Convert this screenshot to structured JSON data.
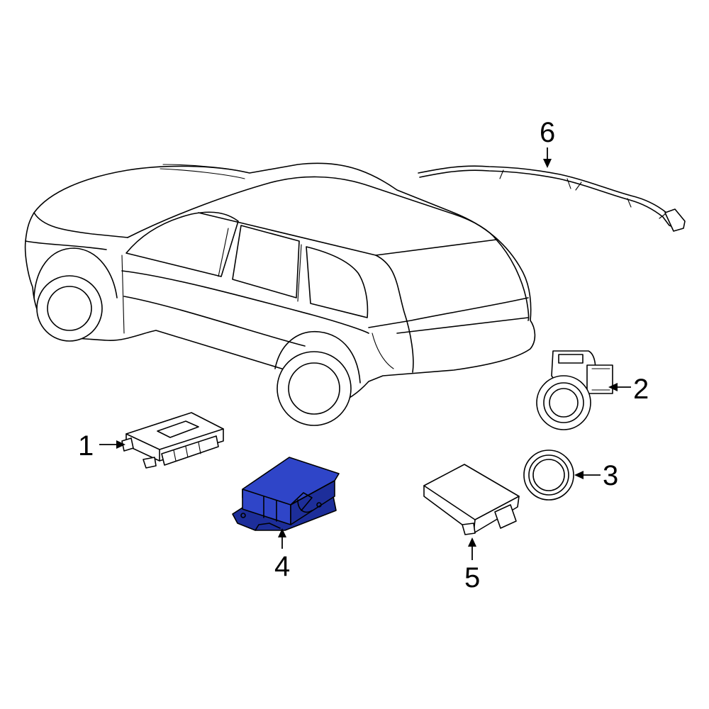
{
  "colors": {
    "line": "#000000",
    "background": "#ffffff",
    "highlight": "#2f45c8",
    "highlight_dark": "#1d2e9a"
  },
  "highlighted_part": "4",
  "callouts": [
    {
      "id": "1",
      "label": "1"
    },
    {
      "id": "2",
      "label": "2"
    },
    {
      "id": "3",
      "label": "3"
    },
    {
      "id": "4",
      "label": "4"
    },
    {
      "id": "5",
      "label": "5"
    },
    {
      "id": "6",
      "label": "6"
    }
  ]
}
